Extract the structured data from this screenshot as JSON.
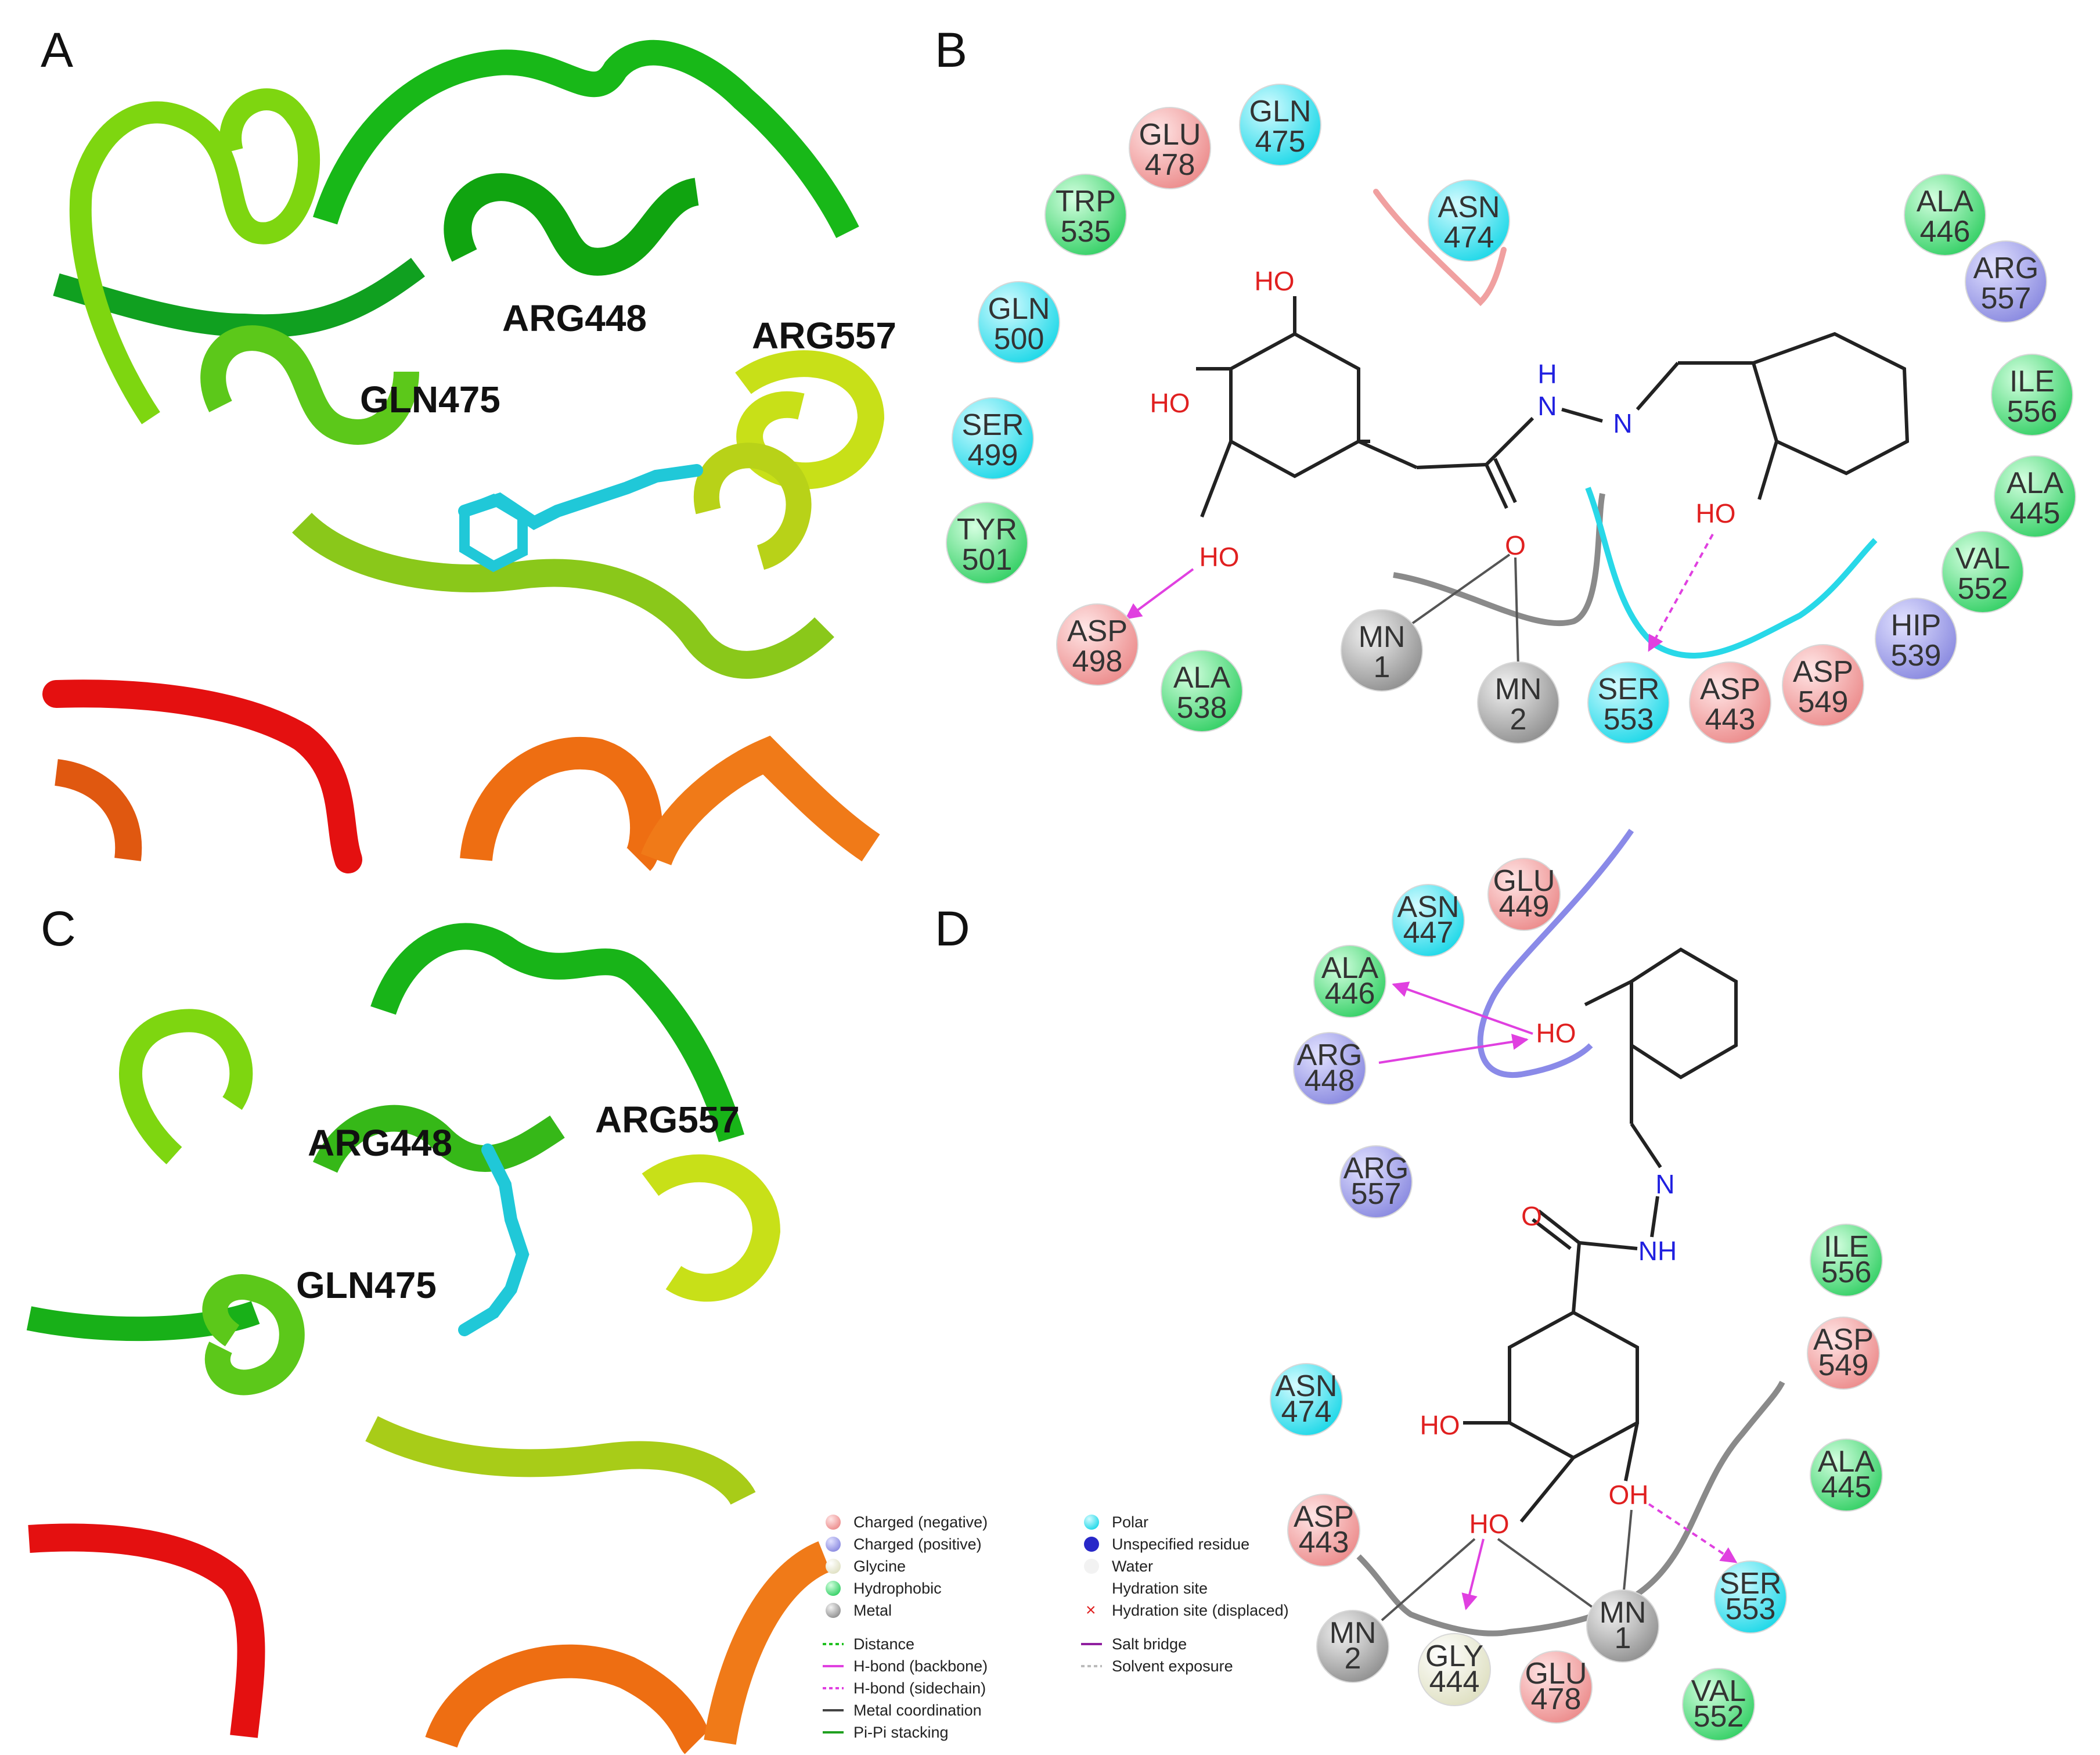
{
  "panels": {
    "a": {
      "letter": "A",
      "labels": [
        "ARG448",
        "ARG557",
        "GLN475"
      ]
    },
    "b": {
      "letter": "B"
    },
    "c": {
      "letter": "C",
      "labels": [
        "ARG448",
        "ARG557",
        "GLN475"
      ]
    },
    "d": {
      "letter": "D"
    }
  },
  "colors": {
    "negative": "#f29a9a",
    "positive": "#9e9ef0",
    "glycine": "#f1f2d8",
    "hydrophobic": "#4fe07a",
    "metal": "#a8a8a8",
    "polar": "#2fe6f2",
    "hbond": "#e040e0",
    "oxygen": "#e02020",
    "nitrogen": "#2020e0"
  },
  "residues_b": [
    {
      "name": "GLU",
      "num": "478",
      "type": "negative"
    },
    {
      "name": "GLN",
      "num": "475",
      "type": "polar"
    },
    {
      "name": "TRP",
      "num": "535",
      "type": "hydrophobic"
    },
    {
      "name": "ASN",
      "num": "474",
      "type": "polar"
    },
    {
      "name": "GLN",
      "num": "500",
      "type": "polar"
    },
    {
      "name": "SER",
      "num": "499",
      "type": "polar"
    },
    {
      "name": "TYR",
      "num": "501",
      "type": "hydrophobic"
    },
    {
      "name": "ASP",
      "num": "498",
      "type": "negative"
    },
    {
      "name": "ALA",
      "num": "538",
      "type": "hydrophobic"
    },
    {
      "name": "MN",
      "num": "1",
      "type": "metal"
    },
    {
      "name": "MN",
      "num": "2",
      "type": "metal"
    },
    {
      "name": "SER",
      "num": "553",
      "type": "polar"
    },
    {
      "name": "ASP",
      "num": "443",
      "type": "negative"
    },
    {
      "name": "ASP",
      "num": "549",
      "type": "negative"
    },
    {
      "name": "HIP",
      "num": "539",
      "type": "positive"
    },
    {
      "name": "VAL",
      "num": "552",
      "type": "hydrophobic"
    },
    {
      "name": "ALA",
      "num": "445",
      "type": "hydrophobic"
    },
    {
      "name": "ILE",
      "num": "556",
      "type": "hydrophobic"
    },
    {
      "name": "ARG",
      "num": "557",
      "type": "positive"
    },
    {
      "name": "ALA",
      "num": "446",
      "type": "hydrophobic"
    }
  ],
  "residues_d": [
    {
      "name": "GLU",
      "num": "449",
      "type": "negative"
    },
    {
      "name": "ASN",
      "num": "447",
      "type": "polar"
    },
    {
      "name": "ALA",
      "num": "446",
      "type": "hydrophobic"
    },
    {
      "name": "ARG",
      "num": "448",
      "type": "positive"
    },
    {
      "name": "ARG",
      "num": "557",
      "type": "positive"
    },
    {
      "name": "ILE",
      "num": "556",
      "type": "hydrophobic"
    },
    {
      "name": "ASP",
      "num": "549",
      "type": "negative"
    },
    {
      "name": "ASN",
      "num": "474",
      "type": "polar"
    },
    {
      "name": "ALA",
      "num": "445",
      "type": "hydrophobic"
    },
    {
      "name": "ASP",
      "num": "443",
      "type": "negative"
    },
    {
      "name": "SER",
      "num": "553",
      "type": "polar"
    },
    {
      "name": "MN",
      "num": "2",
      "type": "metal"
    },
    {
      "name": "GLY",
      "num": "444",
      "type": "glycine"
    },
    {
      "name": "GLU",
      "num": "478",
      "type": "negative"
    },
    {
      "name": "MN",
      "num": "1",
      "type": "metal"
    },
    {
      "name": "VAL",
      "num": "552",
      "type": "hydrophobic"
    }
  ],
  "atoms": {
    "ho": "HO",
    "oh": "OH",
    "o": "O",
    "n": "N",
    "h": "H",
    "nh": "NH"
  },
  "legend": {
    "col1": [
      "Charged (negative)",
      "Charged (positive)",
      "Glycine",
      "Hydrophobic",
      "Metal"
    ],
    "col1_lines": [
      "Distance",
      "H-bond (backbone)",
      "H-bond (sidechain)",
      "Metal coordination",
      "Pi-Pi stacking"
    ],
    "col2": [
      "Polar",
      "Unspecified residue",
      "Water",
      "Hydration site",
      "Hydration site (displaced)"
    ],
    "col2_lines": [
      "Salt bridge",
      "Solvent exposure"
    ]
  }
}
